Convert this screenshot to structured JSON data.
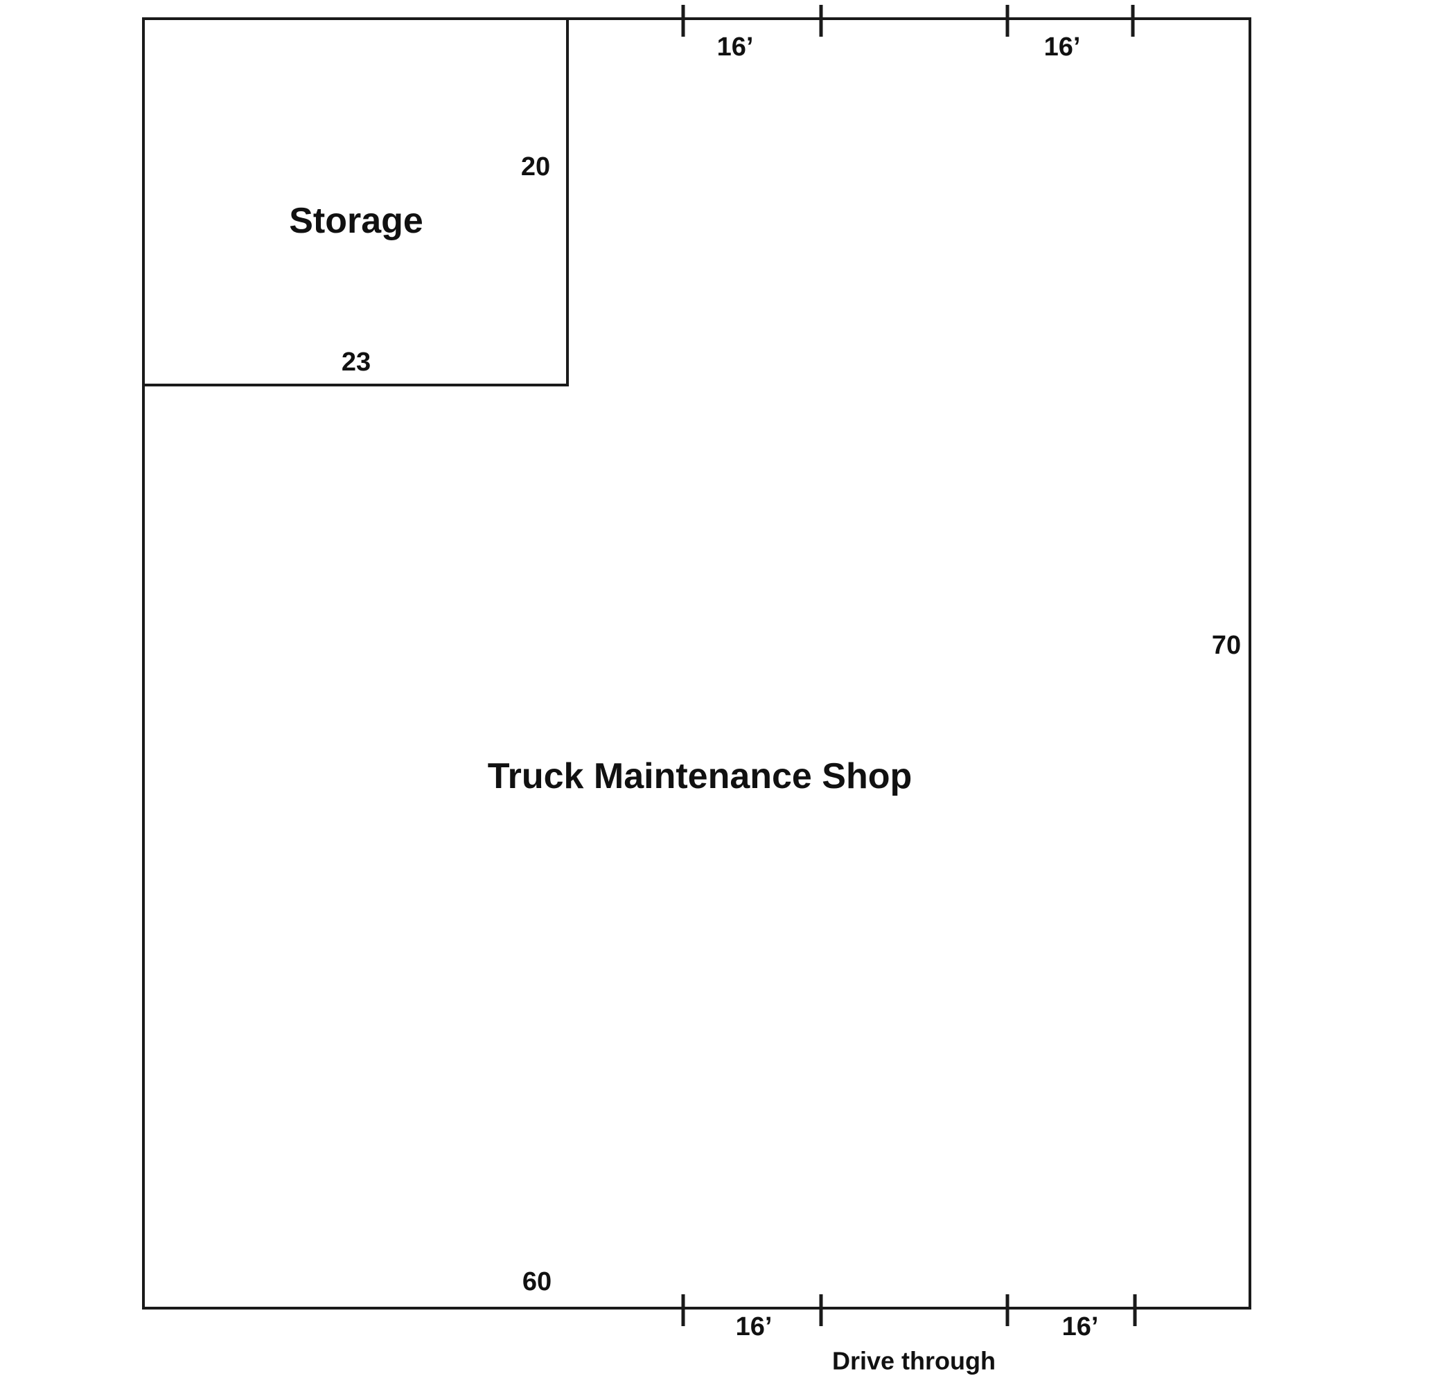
{
  "rooms": {
    "storage": {
      "label": "Storage",
      "width_label": "23",
      "depth_label": "20"
    },
    "shop": {
      "label": "Truck Maintenance Shop",
      "width_label": "60",
      "depth_label": "70"
    }
  },
  "doors": {
    "top": [
      "16’",
      "16’"
    ],
    "bottom": [
      "16’",
      "16’"
    ],
    "bottom_note": "Drive through"
  },
  "colors": {
    "line": "#1a1a1a",
    "text": "#111111",
    "background": "#ffffff"
  }
}
